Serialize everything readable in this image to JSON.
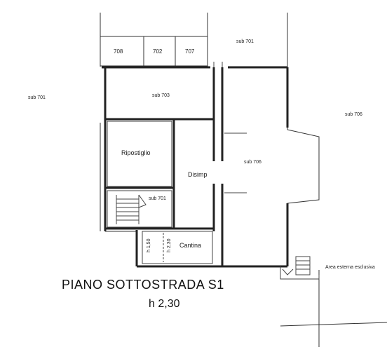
{
  "plan": {
    "title": "PIANO SOTTOSTRADA S1",
    "height": "h 2,30",
    "rooms": {
      "r708": "708",
      "r702": "702",
      "r707": "707",
      "sub701_top": "sub 701",
      "sub701_left": "sub 701",
      "sub703": "sub 703",
      "sub706_right": "sub 706",
      "sub706_center": "sub 706",
      "ripostiglio": "Ripostiglio",
      "disimp": "Disimp",
      "sub701_stair": "sub 701",
      "cantina": "Cantina",
      "h150": "h 1,50",
      "h230": "h 2,30",
      "area_esterna": "Area esterna esclusiva"
    }
  }
}
